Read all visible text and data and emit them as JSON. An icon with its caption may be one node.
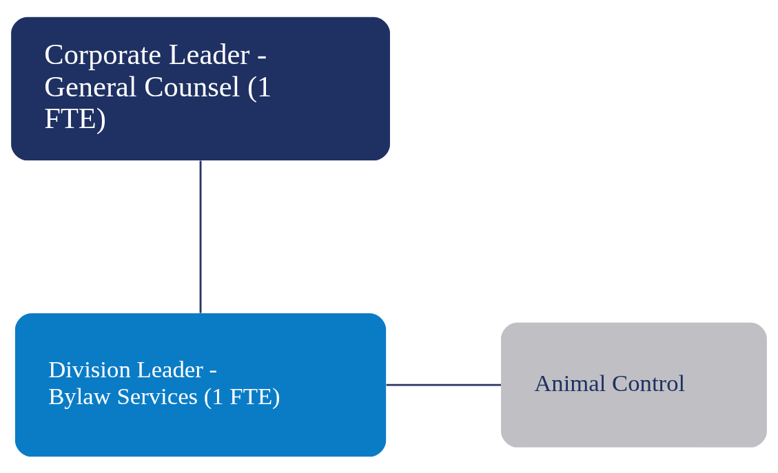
{
  "diagram": {
    "nodes": [
      {
        "text": [
          "Corporate Leader - General Counsel (1 FTE)"
        ]
      },
      {
        "text": [
          "Division Leader - Bylaw Services (1 FTE)"
        ]
      },
      {
        "text": [
          "Animal Control"
        ]
      }
    ],
    "edges": [
      {
        "from": 0,
        "to": 1,
        "arrow": "none"
      },
      {
        "from": 1,
        "to": 2,
        "arrow": "none"
      }
    ]
  }
}
